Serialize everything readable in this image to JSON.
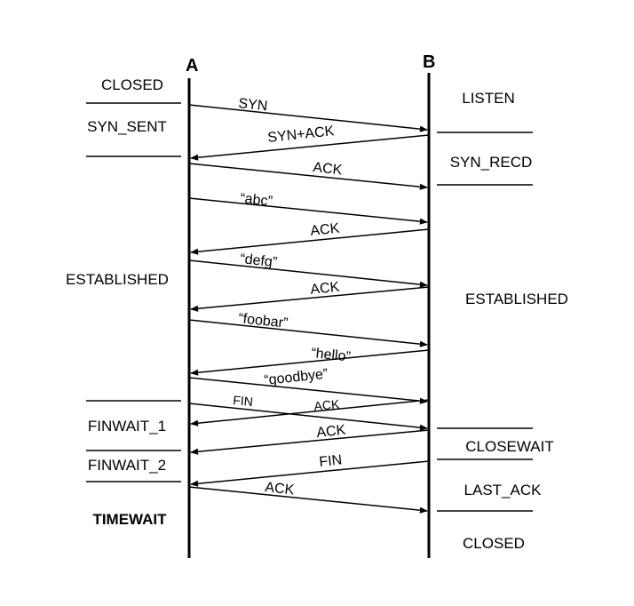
{
  "hosts": {
    "a": "A",
    "b": "B"
  },
  "states_a": {
    "closed": "CLOSED",
    "syn_sent": "SYN_SENT",
    "established": "ESTABLISHED",
    "finwait_1": "FINWAIT_1",
    "finwait_2": "FINWAIT_2",
    "timewait": "TIMEWAIT"
  },
  "states_b": {
    "listen": "LISTEN",
    "syn_recd": "SYN_RECD",
    "established": "ESTABLISHED",
    "closewait": "CLOSEWAIT",
    "last_ack": "LAST_ACK",
    "closed": "CLOSED"
  },
  "messages": {
    "syn": "SYN",
    "syn_ack": "SYN+ACK",
    "ack_1": "ACK",
    "abc": "“abc”",
    "ack_2": "ACK",
    "defg": "“defg”",
    "ack_3": "ACK",
    "foobar": "“foobar”",
    "hello": "“hello”",
    "goodbye": "“goodbye”",
    "fin_a": "FIN",
    "ack_4": "ACK",
    "ack_5": "ACK",
    "fin_b": "FIN",
    "ack_6": "ACK"
  }
}
